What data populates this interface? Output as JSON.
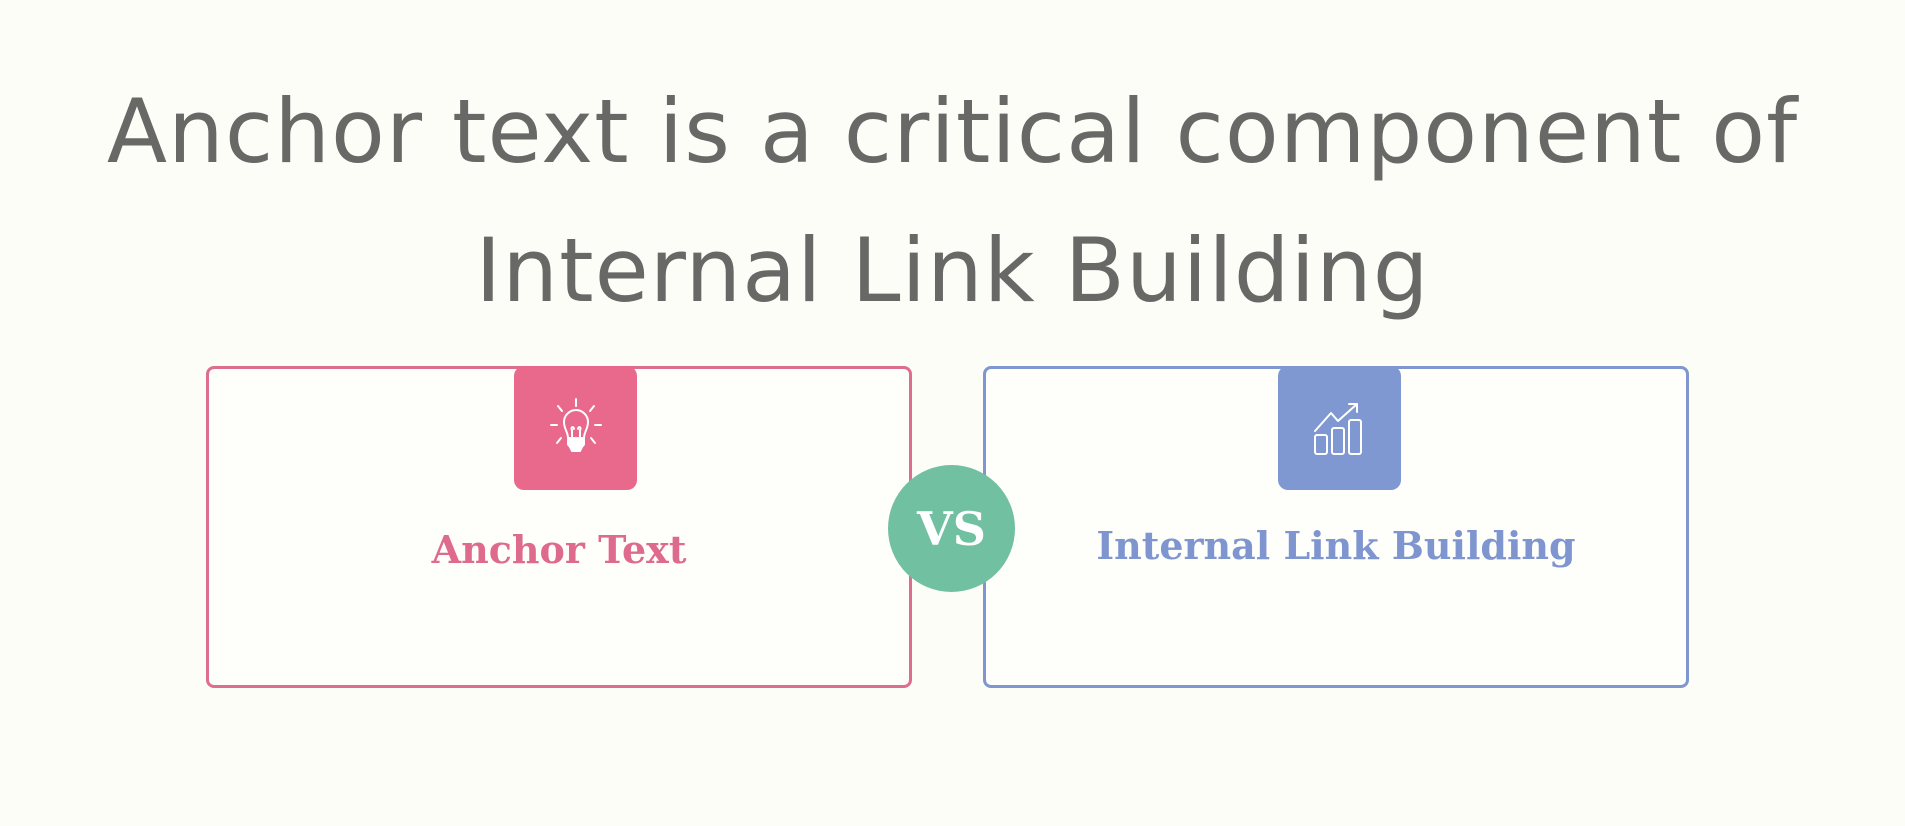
{
  "title": {
    "line1": "Anchor text is a critical component of",
    "line2": "Internal Link Building"
  },
  "cards": [
    {
      "label": "Anchor Text",
      "icon": "lightbulb-icon",
      "color": "#e8698c"
    },
    {
      "label": "Internal Link Building",
      "icon": "growth-chart-icon",
      "color": "#8098d2"
    }
  ],
  "vs": {
    "label": "VS",
    "color": "#72c0a2"
  },
  "colors": {
    "background": "#fdfdf8",
    "title": "#686866"
  }
}
